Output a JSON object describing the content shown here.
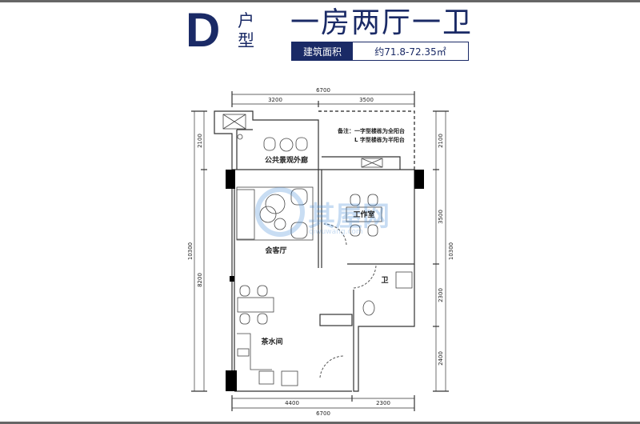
{
  "header": {
    "type_letter": "D",
    "type_unit": "户型",
    "layout_title": "一房两厅一卫",
    "area_label": "建筑面积",
    "area_value": "约71.8-72.35㎡"
  },
  "rooms": {
    "balcony": "公共景观外廊",
    "living": "会客厅",
    "study": "工作室",
    "bath": "卫",
    "pantry": "茶水间"
  },
  "note": {
    "line1": "备注：一字型楼栋为全阳台",
    "line2": "L 字型楼栋为半阳台"
  },
  "dimensions": {
    "top_total": "6700",
    "top_left": "3200",
    "top_right": "3500",
    "bottom_left": "4400",
    "bottom_right": "2300",
    "bottom_total": "6700",
    "left_total": "10300",
    "left_top": "2100",
    "left_main": "8200",
    "right_top": "2100",
    "right_study": "3500",
    "right_bath": "2300",
    "right_bottom": "2400",
    "right_total": "10300"
  },
  "watermark": {
    "logo": "其屋网",
    "url": "qiwuwang.com"
  },
  "colors": {
    "brand": "#1a2a66",
    "wall": "#222222",
    "column": "#000000"
  }
}
